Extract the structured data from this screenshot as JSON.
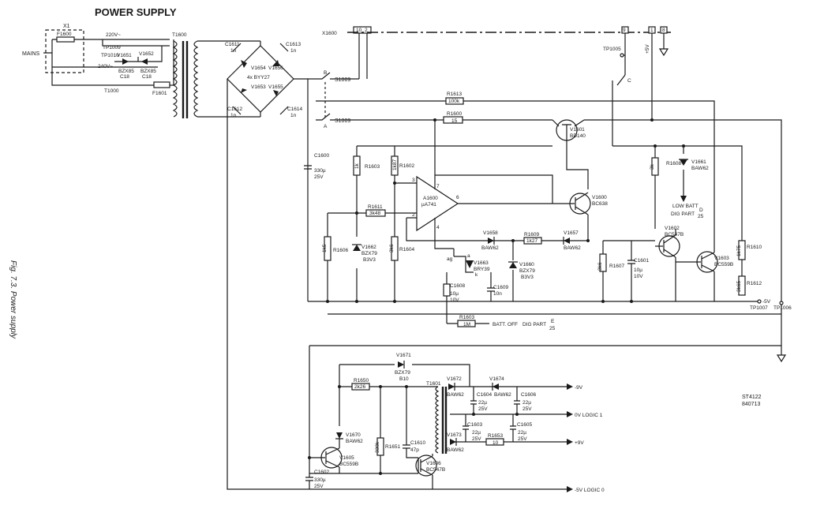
{
  "title": "POWER SUPPLY",
  "caption": "Fig. 7.3. Power supply",
  "drawing_code": [
    "ST4122",
    "840713"
  ],
  "labels": {
    "x1": "X1",
    "f1600": "F1600",
    "mains": "MAINS",
    "v220": "220V~",
    "tp1009": "TP1009",
    "tp1010": "TP1010",
    "v240": "240V~",
    "v1651": "V1651",
    "v1652": "V1652",
    "bzx85a": "BZX85",
    "bzx85b": "BZX85",
    "c18a": "C18",
    "c18b": "C18",
    "t1000": "T1000",
    "f1601": "F1601",
    "t1600": "T1600",
    "c1611": "C1611",
    "c1611v": "1n",
    "c1613": "C1613",
    "c1613v": "1n",
    "c1612": "C1612",
    "c1612v": "1n",
    "c1614": "C1614",
    "c1614v": "1n",
    "v1654": "V1654",
    "v1656": "V1656",
    "v1653": "V1653",
    "v1655": "V1655",
    "byy27": "4x BYY27",
    "x1600": "X1600",
    "pin10": "10",
    "pin2": "2",
    "pin9": "9",
    "pin1": "1",
    "pin8": "8",
    "plus5v_top": "+5V",
    "tp1005": "TP1005",
    "s1009b": "S1009",
    "s1009a": "S1009",
    "sw_b": "B",
    "sw_a": "A",
    "sw_c": "C",
    "r1613": "R1613",
    "r1613v": "100k",
    "r1600": "R1600",
    "r1600v": "15",
    "v1601": "V1601",
    "bd140": "BD140",
    "c1600": "C1600",
    "c1600v1": "330µ",
    "c1600v2": "25V",
    "r1603": "R1603",
    "r1603v": "1k",
    "r1602": "R1602",
    "r1602v": "1k87",
    "a1600": "A1600",
    "ua741": "µA741",
    "pin3": "3",
    "pin2b": "2",
    "pin7": "7",
    "pin6": "6",
    "pin4": "4",
    "v1600": "V1600",
    "bc638": "BC638",
    "r1608": "R1608",
    "r1608v": "3k",
    "v1661": "V1661",
    "baw62a": "BAW62",
    "low_batt": "LOW BATT",
    "dig_part_d": "DIG PART",
    "dig_d1": "D",
    "dig_d2": "25",
    "r1611": "R1611",
    "r1611v": "3k48",
    "r1606": "R1606",
    "r1606v": "1k5",
    "v1662": "V1662",
    "bzx79a": "BZX79",
    "b3v3a": "B3V3",
    "r1604": "R1604",
    "r1604v": "3k6",
    "v1658": "V1658",
    "baw62b": "BAW62",
    "r1609": "R1609",
    "r1609v": "1k27",
    "v1657": "V1657",
    "baw62c": "BAW62",
    "v1602": "V1602",
    "bc547b": "BC547B",
    "v1663": "V1663",
    "bry39": "BRY39",
    "pin_ag": "ag",
    "pin_a": "a",
    "pin_k": "k",
    "v1660": "V1660",
    "bzx79b": "BZX79",
    "b3v3b": "B3V3",
    "r1607": "R1607",
    "r1607v": "3k6",
    "c1601": "C1601",
    "c1601v1": "10µ",
    "c1601v2": "10V",
    "r1610": "R1610",
    "r1610v": "1k75",
    "r1612": "R1612",
    "r1612v": "3k65",
    "v1603": "V1603",
    "bc559b": "BC559B",
    "c1608": "C1608",
    "c1608v1": "10µ",
    "c1608v2": "10V",
    "c1609": "C1609",
    "c1609v": "10n",
    "minus5v_mid": "-5V",
    "tp1007": "TP1007",
    "tp1006": "TP1006",
    "r1603b": "R1603",
    "r1603bv": "1M",
    "batt_off": "BATT. OFF",
    "dig_part_e": "DIG PART",
    "dig_e1": "E",
    "dig_e2": "25",
    "v1671": "V1671",
    "bzx79c": "BZX79",
    "b10": "B10",
    "r1650": "R1650",
    "r1650v": "2k26",
    "t1601": "T1601",
    "v1672": "V1672",
    "baw62d": "BAW62",
    "v1674": "V1674",
    "baw62e": "BAW62",
    "minus9v": "-9V",
    "c1604": "C1604",
    "c1604v1": "22µ",
    "c1604v2": "25V",
    "c1606": "C1606",
    "c1606v1": "22µ",
    "c1606v2": "25V",
    "logic0v": "0V LOGIC 1",
    "v1670": "V1670",
    "baw62f": "BAW62",
    "r1651": "R1651",
    "r1651v": "330k",
    "c1610": "C1610",
    "c1610v": "47p",
    "c1603": "C1603",
    "c1603v1": "22µ",
    "c1603v2": "25V",
    "v1673": "V1673",
    "baw62g": "BAW62",
    "r1653": "R1653",
    "r1653v": "10",
    "c1605": "C1605",
    "c1605v1": "22µ",
    "c1605v2": "25V",
    "plus9v": "+9V",
    "v1605": "V1605",
    "bc559b2": "BC559B",
    "v1606": "V1606",
    "bc547b2": "BC547B",
    "c1602": "C1602",
    "c1602v1": "330µ",
    "c1602v2": "25V",
    "minus5v_logic": "-5V LOGIC 0"
  }
}
